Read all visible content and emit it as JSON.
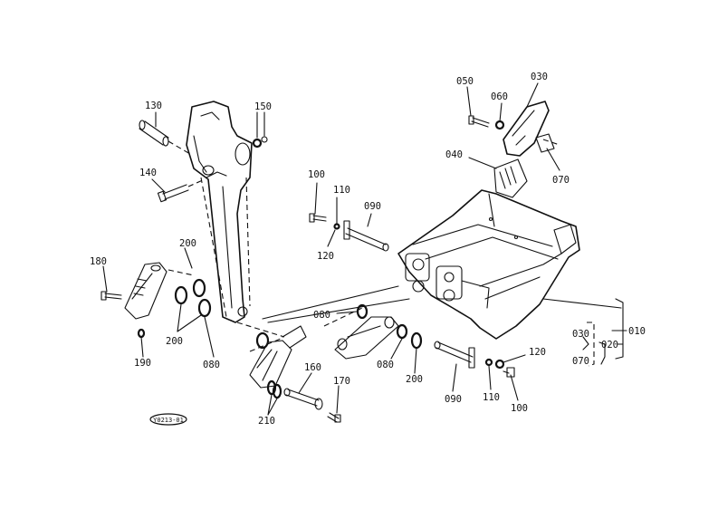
{
  "diagram_id": "Y0213-01",
  "parts": {
    "p130": "130",
    "p150": "150",
    "p140": "140",
    "p180": "180",
    "p200_left_top": "200",
    "p200_left_bottom": "200",
    "p190": "190",
    "p080_left": "080",
    "p080_mid": "080",
    "p080_right": "080",
    "p160": "160",
    "p170": "170",
    "p210": "210",
    "p100_top": "100",
    "p110_top": "110",
    "p120_top": "120",
    "p090_top": "090",
    "p050": "050",
    "p060": "060",
    "p030_top": "030",
    "p040": "040",
    "p070_top": "070",
    "p200_right": "200",
    "p090_bottom": "090",
    "p110_bottom": "110",
    "p120_bottom": "120",
    "p100_bottom": "100",
    "p010": "010",
    "p020": "020",
    "p030_group": "030",
    "p070_group": "070"
  }
}
